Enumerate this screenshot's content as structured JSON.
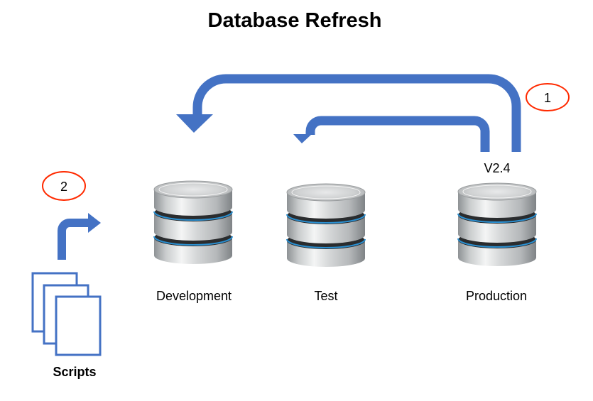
{
  "title": "Database Refresh",
  "version_label": "V2.4",
  "steps": {
    "step1": "1",
    "step2": "2"
  },
  "databases": [
    {
      "label": "Development"
    },
    {
      "label": "Test"
    },
    {
      "label": "Production"
    }
  ],
  "scripts_label": "Scripts",
  "colors": {
    "arrow": "#4472C4",
    "step_circle": "#FF2A00",
    "script_outline": "#4472C4"
  },
  "icons": [
    "database-icon",
    "document-stack-icon",
    "curved-arrow-icon"
  ]
}
